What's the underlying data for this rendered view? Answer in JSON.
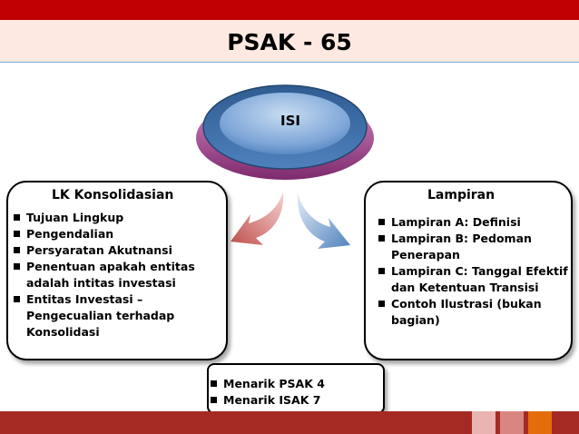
{
  "title": "PSAK - 65",
  "center_label": "ISI",
  "left_box": {
    "heading": "LK Konsolidasian",
    "items": [
      "Tujuan Lingkup",
      "Pengendalian",
      "Persyaratan Akutnansi",
      "Penentuan apakah entitas adalah intitas investasi",
      "Entitas Investasi – Pengecualian terhadap Konsolidasi"
    ]
  },
  "right_box": {
    "heading": "Lampiran",
    "items": [
      "Lampiran A: Definisi",
      "Lampiran B: Pedoman Penerapan",
      "Lampiran C: Tanggal Efektif dan Ketentuan Transisi",
      "Contoh Ilustrasi (bukan bagian)"
    ]
  },
  "bottom_box": {
    "items": [
      "Menarik PSAK 4",
      "Menarik ISAK 7"
    ]
  },
  "colors": {
    "top_bar": "#c00000",
    "title_band": "#fde9e1",
    "bottom_bar": "#a52a24",
    "ellipse_blue": "#4f81bd",
    "ellipse_magenta": "#b04a9a",
    "arrow_red": "#c0504d",
    "arrow_blue": "#4f81bd",
    "footer_squares": [
      "#e8b3b0",
      "#d98581",
      "#e46c0a"
    ]
  }
}
